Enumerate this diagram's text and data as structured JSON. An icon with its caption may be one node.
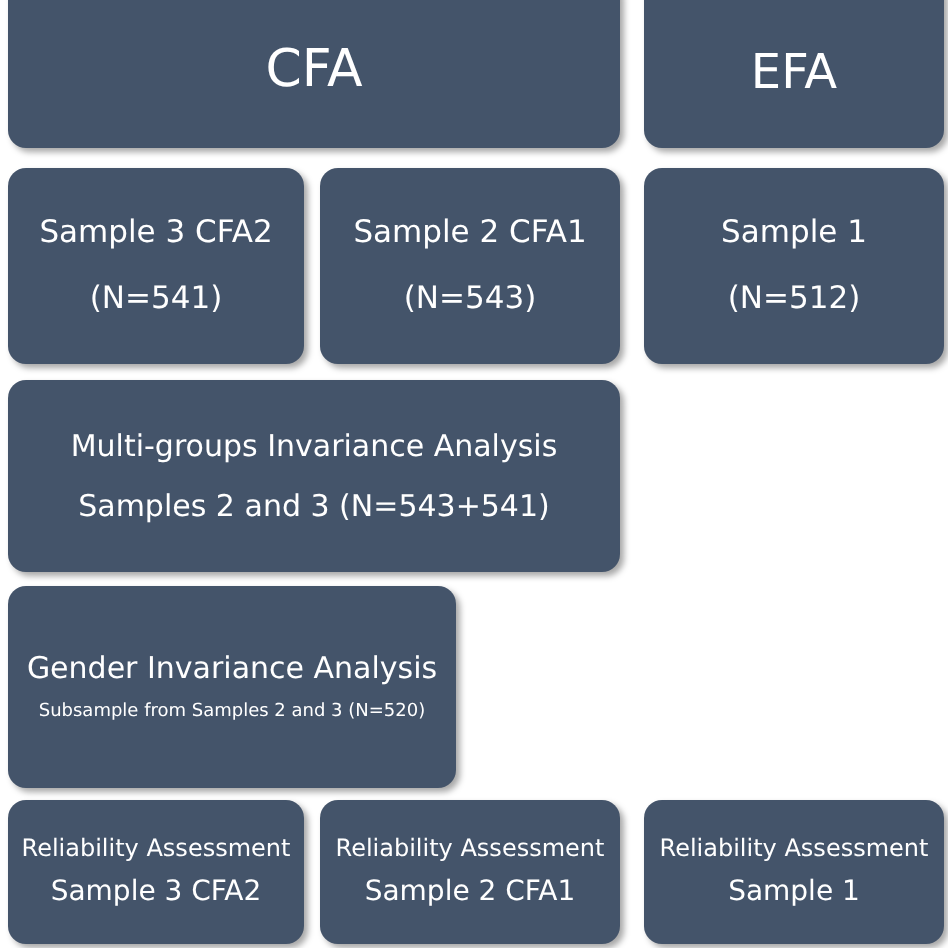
{
  "diagram": {
    "nodes": [
      {
        "text": [
          "CFA"
        ]
      },
      {
        "text": [
          "EFA"
        ]
      },
      {
        "text": [
          "Sample 3 CFA2",
          "(N=541)"
        ]
      },
      {
        "text": [
          "Sample 2 CFA1",
          "(N=543)"
        ]
      },
      {
        "text": [
          "Sample 1",
          "(N=512)"
        ]
      },
      {
        "text": [
          "Multi-groups Invariance Analysis",
          "Samples 2 and 3 (N=543+541)"
        ]
      },
      {
        "text": [
          "Gender Invariance Analysis",
          "Subsample from Samples 2 and 3 (N=520)"
        ]
      },
      {
        "text": [
          "Reliability Assessment",
          "Sample 3 CFA2"
        ]
      },
      {
        "text": [
          "Reliability Assessment",
          "Sample 2 CFA1"
        ]
      },
      {
        "text": [
          "Reliability Assessment",
          "Sample 1"
        ]
      }
    ]
  }
}
